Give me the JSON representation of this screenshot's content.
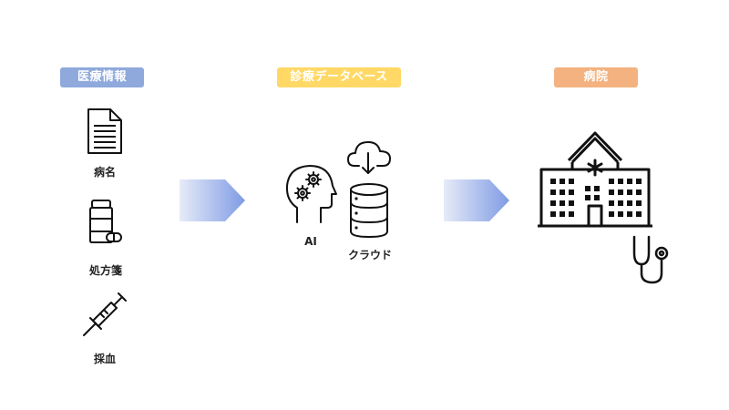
{
  "columns": {
    "medical_info": {
      "label": "医療情報",
      "color": "#8fa9dc"
    },
    "database": {
      "label": "診療データベース",
      "color": "#ffd866"
    },
    "hospital": {
      "label": "病院",
      "color": "#f3b27f"
    }
  },
  "items": {
    "disease_name": "病名",
    "prescription": "処方箋",
    "blood_sampling": "採血",
    "ai": "AI",
    "cloud": "クラウド"
  },
  "arrow_gradient": {
    "from": "#e6ebf8",
    "to": "#7f9be4"
  }
}
